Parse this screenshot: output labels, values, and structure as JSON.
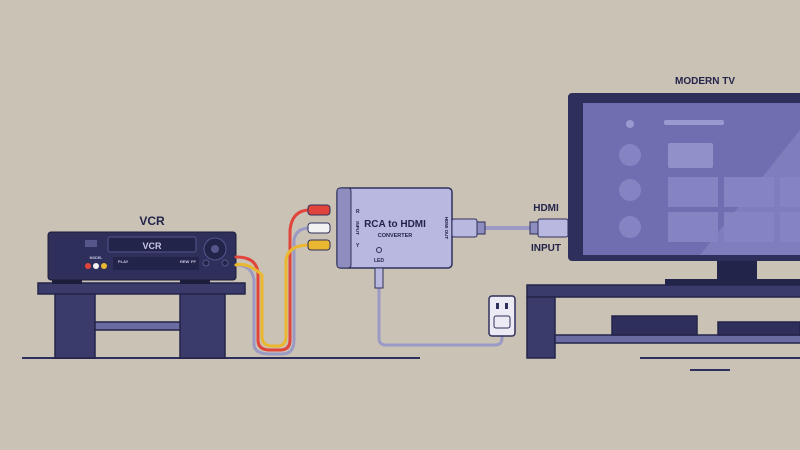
{
  "labels": {
    "tv_title": "MODERN TV",
    "vcr_title": "VCR",
    "hdmi": "HDMI",
    "input": "INPUT"
  },
  "vcr": {
    "display": "VCR",
    "model": "MODEL",
    "play": "PLAY",
    "rew": "REW",
    "ff": "FF"
  },
  "converter": {
    "title": "RCA to HDMI",
    "subtitle": "CONVERTER",
    "input_label": "INPUT",
    "port_r": "R",
    "port_y": "Y",
    "hdmi_out": "HDMI OUT",
    "led": "LED"
  },
  "colors": {
    "background": "#cbc2b6",
    "navy": "#2e2f5a",
    "lavender": "#b9b8e0",
    "rca_red": "#e0443a",
    "rca_white": "#f2f2f2",
    "rca_yellow": "#e9b830"
  }
}
